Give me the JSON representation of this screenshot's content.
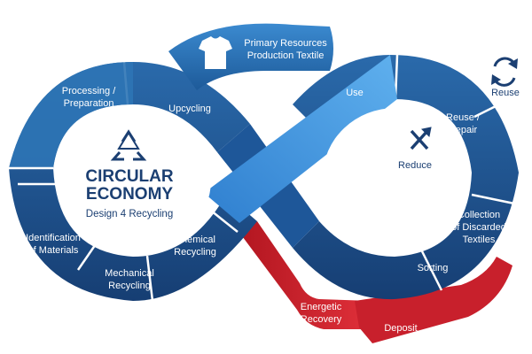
{
  "center": {
    "title_line1": "CIRCULAR",
    "title_line2": "ECONOMY",
    "subtitle": "Design 4 Recycling"
  },
  "top_banner": {
    "line1": "Primary Resources",
    "line2": "Production Textile"
  },
  "left_loop": {
    "processing": {
      "line1": "Processing /",
      "line2": "Preparation"
    },
    "upcycling": "Upcycling",
    "chemical": {
      "line1": "Chemical",
      "line2": "Recycling"
    },
    "mechanical": {
      "line1": "Mechanical",
      "line2": "Recycling"
    },
    "identification": {
      "line1": "Identification",
      "line2": "of Materials"
    }
  },
  "right_loop": {
    "use": "Use",
    "reuse_repair": {
      "line1": "Reuse /",
      "line2": "Repair"
    },
    "collection": {
      "line1": "Collection",
      "line2": "of Discarded",
      "line3": "Textiles"
    },
    "sorting": "Sorting",
    "reduce": "Reduce"
  },
  "reuse_badge": "Reuse",
  "red_band": {
    "energetic": {
      "line1": "Energetic",
      "line2": "Recovery"
    },
    "deposit": "Deposit"
  },
  "colors": {
    "navy": "#1b3f72",
    "blue": "#2e74b5",
    "light_blue": "#4a9ad8",
    "red": "#c8202c",
    "dark_red": "#a3141e"
  }
}
